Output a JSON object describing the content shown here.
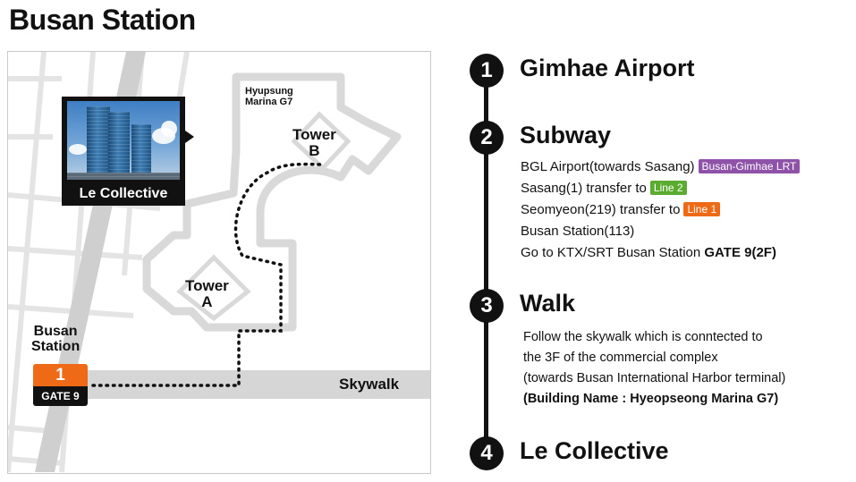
{
  "title": "Busan Station",
  "map": {
    "hotel_label": "Le Collective",
    "hyupsung_line1": "Hyupsung",
    "hyupsung_line2": "Marina G7",
    "tower_b_line1": "Tower",
    "tower_b_line2": "B",
    "tower_a_line1": "Tower",
    "tower_a_line2": "A",
    "skywalk": "Skywalk",
    "station_line1": "Busan",
    "station_line2": "Station",
    "gate_number": "1",
    "gate_name": "GATE 9"
  },
  "steps": [
    {
      "number": "1",
      "title": "Gimhae Airport"
    },
    {
      "number": "2",
      "title": "Subway"
    },
    {
      "number": "3",
      "title": "Walk"
    },
    {
      "number": "4",
      "title": "Le Collective"
    }
  ],
  "subway": {
    "l1_text": "BGL Airport(towards  Sasang)",
    "l1_badge": "Busan-Gimhae LRT",
    "l2_text": "Sasang(1) transfer to",
    "l2_badge": "Line 2",
    "l3_text": "Seomyeon(219) transfer to",
    "l3_badge": "Line 1",
    "l4_text": "Busan Station(113)",
    "l5_text": "Go to KTX/SRT Busan Station",
    "l5_bold": "GATE 9(2F)"
  },
  "walk": {
    "l1": "Follow the skywalk which is conntected to",
    "l2": "the 3F of the commercial complex",
    "l3": "(towards Busan International Harbor terminal)",
    "l4": "(Building Name : Hyeopseong Marina G7)"
  },
  "colors": {
    "lrt_badge": "#8e52a8",
    "line2_badge": "#5aab2f",
    "line1_badge": "#ef6a16",
    "gate_orange": "#ef6a16"
  }
}
